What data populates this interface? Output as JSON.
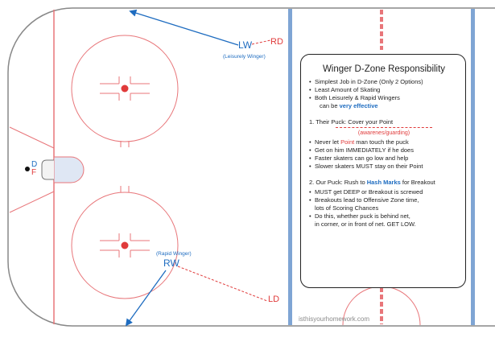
{
  "labels": {
    "lw": "LW",
    "lw_sub": "(Leisurely Winger)",
    "rd": "RD",
    "rw": "RW",
    "rw_sub": "(Rapid Winger)",
    "ld": "LD",
    "d": "D",
    "f": "F"
  },
  "panel": {
    "title": "Winger D-Zone Responsibility",
    "intro": [
      "Simplest Job in D-Zone (Only 2 Options)",
      "Least Amount of Skating",
      "Both Leisurely & Rapid Wingers"
    ],
    "intro_cont_prefix": "can be ",
    "intro_cont_emph": "very effective",
    "sec1_title": "1. Their Puck: Cover your Point",
    "sec1_sub": "(awarenes/guarding)",
    "sec1_b1_prefix": "Never let ",
    "sec1_b1_emph": "Point",
    "sec1_b1_suffix": " man touch the puck",
    "sec1_items": [
      "Get on him IMMEDIATELY if he does",
      "Faster skaters can go low and help",
      "Slower skaters MUST stay on their Point"
    ],
    "sec2_title_prefix": "2. Our Puck: Rush to ",
    "sec2_title_emph": "Hash Marks",
    "sec2_title_suffix": " for Breakout",
    "sec2_b1": "MUST get DEEP or Breakout is screwed",
    "sec2_b2": "Breakouts lead to Offensive Zone time,",
    "sec2_b2_cont": "lots of Scoring Chances",
    "sec2_b3": "Do this, whether puck is behind net,",
    "sec2_b3_cont": "in corner, or in front of net. GET LOW."
  },
  "watermark": "isthisyourhomework.com",
  "colors": {
    "red_line": "#e8767a",
    "blue_line": "#7fa5d4",
    "player_blue": "#1e6cc0",
    "player_red": "#e03b3b"
  }
}
